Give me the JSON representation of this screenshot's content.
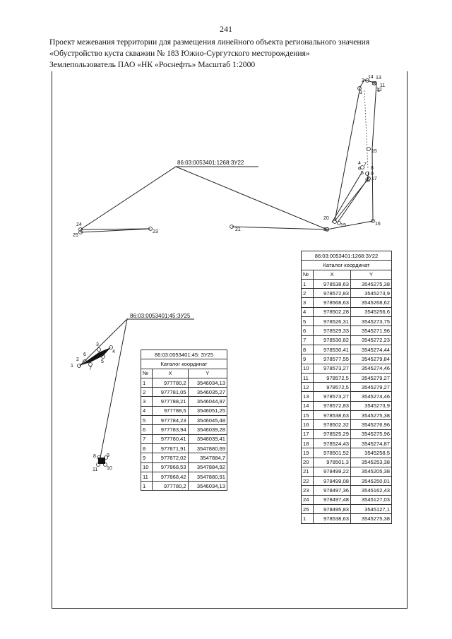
{
  "page_number": "241",
  "header": {
    "line1": "Проект межевания территории для размещения линейного объекта регионального значения",
    "line2": "«Обустройство куста скважин № 183 Южно-Сургутского месторождения»",
    "line3": "Землепользователь ПАО «НК «Роснефть» Масштаб 1:2000"
  },
  "plan": {
    "parcel_a_label": "86:03:0053401:1268:ЗУ22",
    "parcel_b_label": "86:03:0053401:45:ЗУ25",
    "points_a": [
      "1",
      "2",
      "3",
      "4",
      "5",
      "6",
      "7",
      "8",
      "9",
      "10",
      "11",
      "12",
      "13",
      "14",
      "15",
      "16",
      "17",
      "18",
      "19",
      "20",
      "21",
      "22",
      "23",
      "24",
      "25"
    ],
    "points_b": [
      "1",
      "2",
      "3",
      "4",
      "5",
      "6",
      "7",
      "8",
      "9",
      "10",
      "11"
    ]
  },
  "table_a": {
    "title": "86:03:0053401:1268:ЗУ22",
    "subtitle": "Каталог координат",
    "headers": [
      "№",
      "X",
      "Y"
    ],
    "rows": [
      [
        "1",
        "978538,63",
        "3545275,38"
      ],
      [
        "2",
        "978572,83",
        "3545273,9"
      ],
      [
        "3",
        "978568,63",
        "3545268,62"
      ],
      [
        "4",
        "978502,28",
        "3545256,6"
      ],
      [
        "5",
        "978526,31",
        "3545273,75"
      ],
      [
        "6",
        "978529,33",
        "3545271,96"
      ],
      [
        "7",
        "978530,82",
        "3545272,23"
      ],
      [
        "8",
        "978530,41",
        "3545274,44"
      ],
      [
        "9",
        "978577,55",
        "3545279,84"
      ],
      [
        "10",
        "978573,27",
        "3545274,46"
      ],
      [
        "11",
        "978572,5",
        "3545279,27"
      ],
      [
        "12",
        "978572,5",
        "3545279,27"
      ],
      [
        "13",
        "978573,27",
        "3545274,46"
      ],
      [
        "14",
        "978572,83",
        "3545273,9"
      ],
      [
        "15",
        "978538,63",
        "3545275,38"
      ],
      [
        "16",
        "978502,32",
        "3545276,96"
      ],
      [
        "17",
        "978525,29",
        "3545275,96"
      ],
      [
        "18",
        "978524,43",
        "3545274,87"
      ],
      [
        "19",
        "978501,52",
        "3545258,5"
      ],
      [
        "20",
        "978501,3",
        "3545253,38"
      ],
      [
        "21",
        "978499,22",
        "3545205,38"
      ],
      [
        "22",
        "978499,08",
        "3545250,01"
      ],
      [
        "23",
        "978497,36",
        "3545162,43"
      ],
      [
        "24",
        "978497,48",
        "3545127,03"
      ],
      [
        "25",
        "978495,83",
        "3545127,1"
      ],
      [
        "1",
        "978538,63",
        "3545275,38"
      ]
    ]
  },
  "table_b": {
    "title": "86:03:0053401:45: ЗУ25",
    "subtitle": "Каталог координат",
    "headers": [
      "№",
      "X",
      "Y"
    ],
    "rows": [
      [
        "1",
        "977780,2",
        "3546034,13"
      ],
      [
        "2",
        "977781,05",
        "3546035,27"
      ],
      [
        "3",
        "977788,21",
        "3546044,97"
      ],
      [
        "4",
        "977788,5",
        "3546051,25"
      ],
      [
        "5",
        "977784,23",
        "3546045,48"
      ],
      [
        "6",
        "977783,94",
        "3546039,28"
      ],
      [
        "7",
        "977780,41",
        "3546039,41"
      ],
      [
        "8",
        "977871,91",
        "3547880,69"
      ],
      [
        "9",
        "977872,02",
        "3547884,7"
      ],
      [
        "10",
        "977868,53",
        "3547884,92"
      ],
      [
        "11",
        "977868,42",
        "3547880,91"
      ],
      [
        "1",
        "977780,2",
        "3546034,13"
      ]
    ]
  }
}
